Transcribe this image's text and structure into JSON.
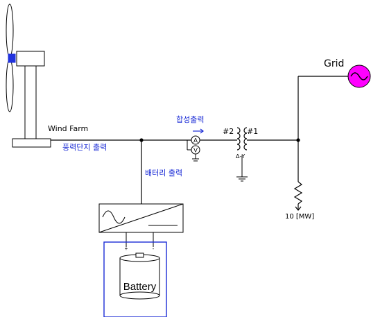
{
  "labels": {
    "wind_farm": "Wind Farm",
    "wind_output": "풍력단지 출력",
    "combined_output": "합성출력",
    "battery_output": "배터리 출력",
    "grid": "Grid",
    "tx_primary": "#2",
    "tx_secondary": "#1",
    "tx_connection": "Δ-Y",
    "load": "10 [MW]",
    "battery": "Battery",
    "ammeter": "A",
    "voltmeter": "V",
    "plus": "+",
    "minus": "-"
  },
  "colors": {
    "wire": "#000000",
    "annotation": "#1a2bd6",
    "grid_source": "#ff00ff",
    "battery_box": "#1a2bd6"
  }
}
